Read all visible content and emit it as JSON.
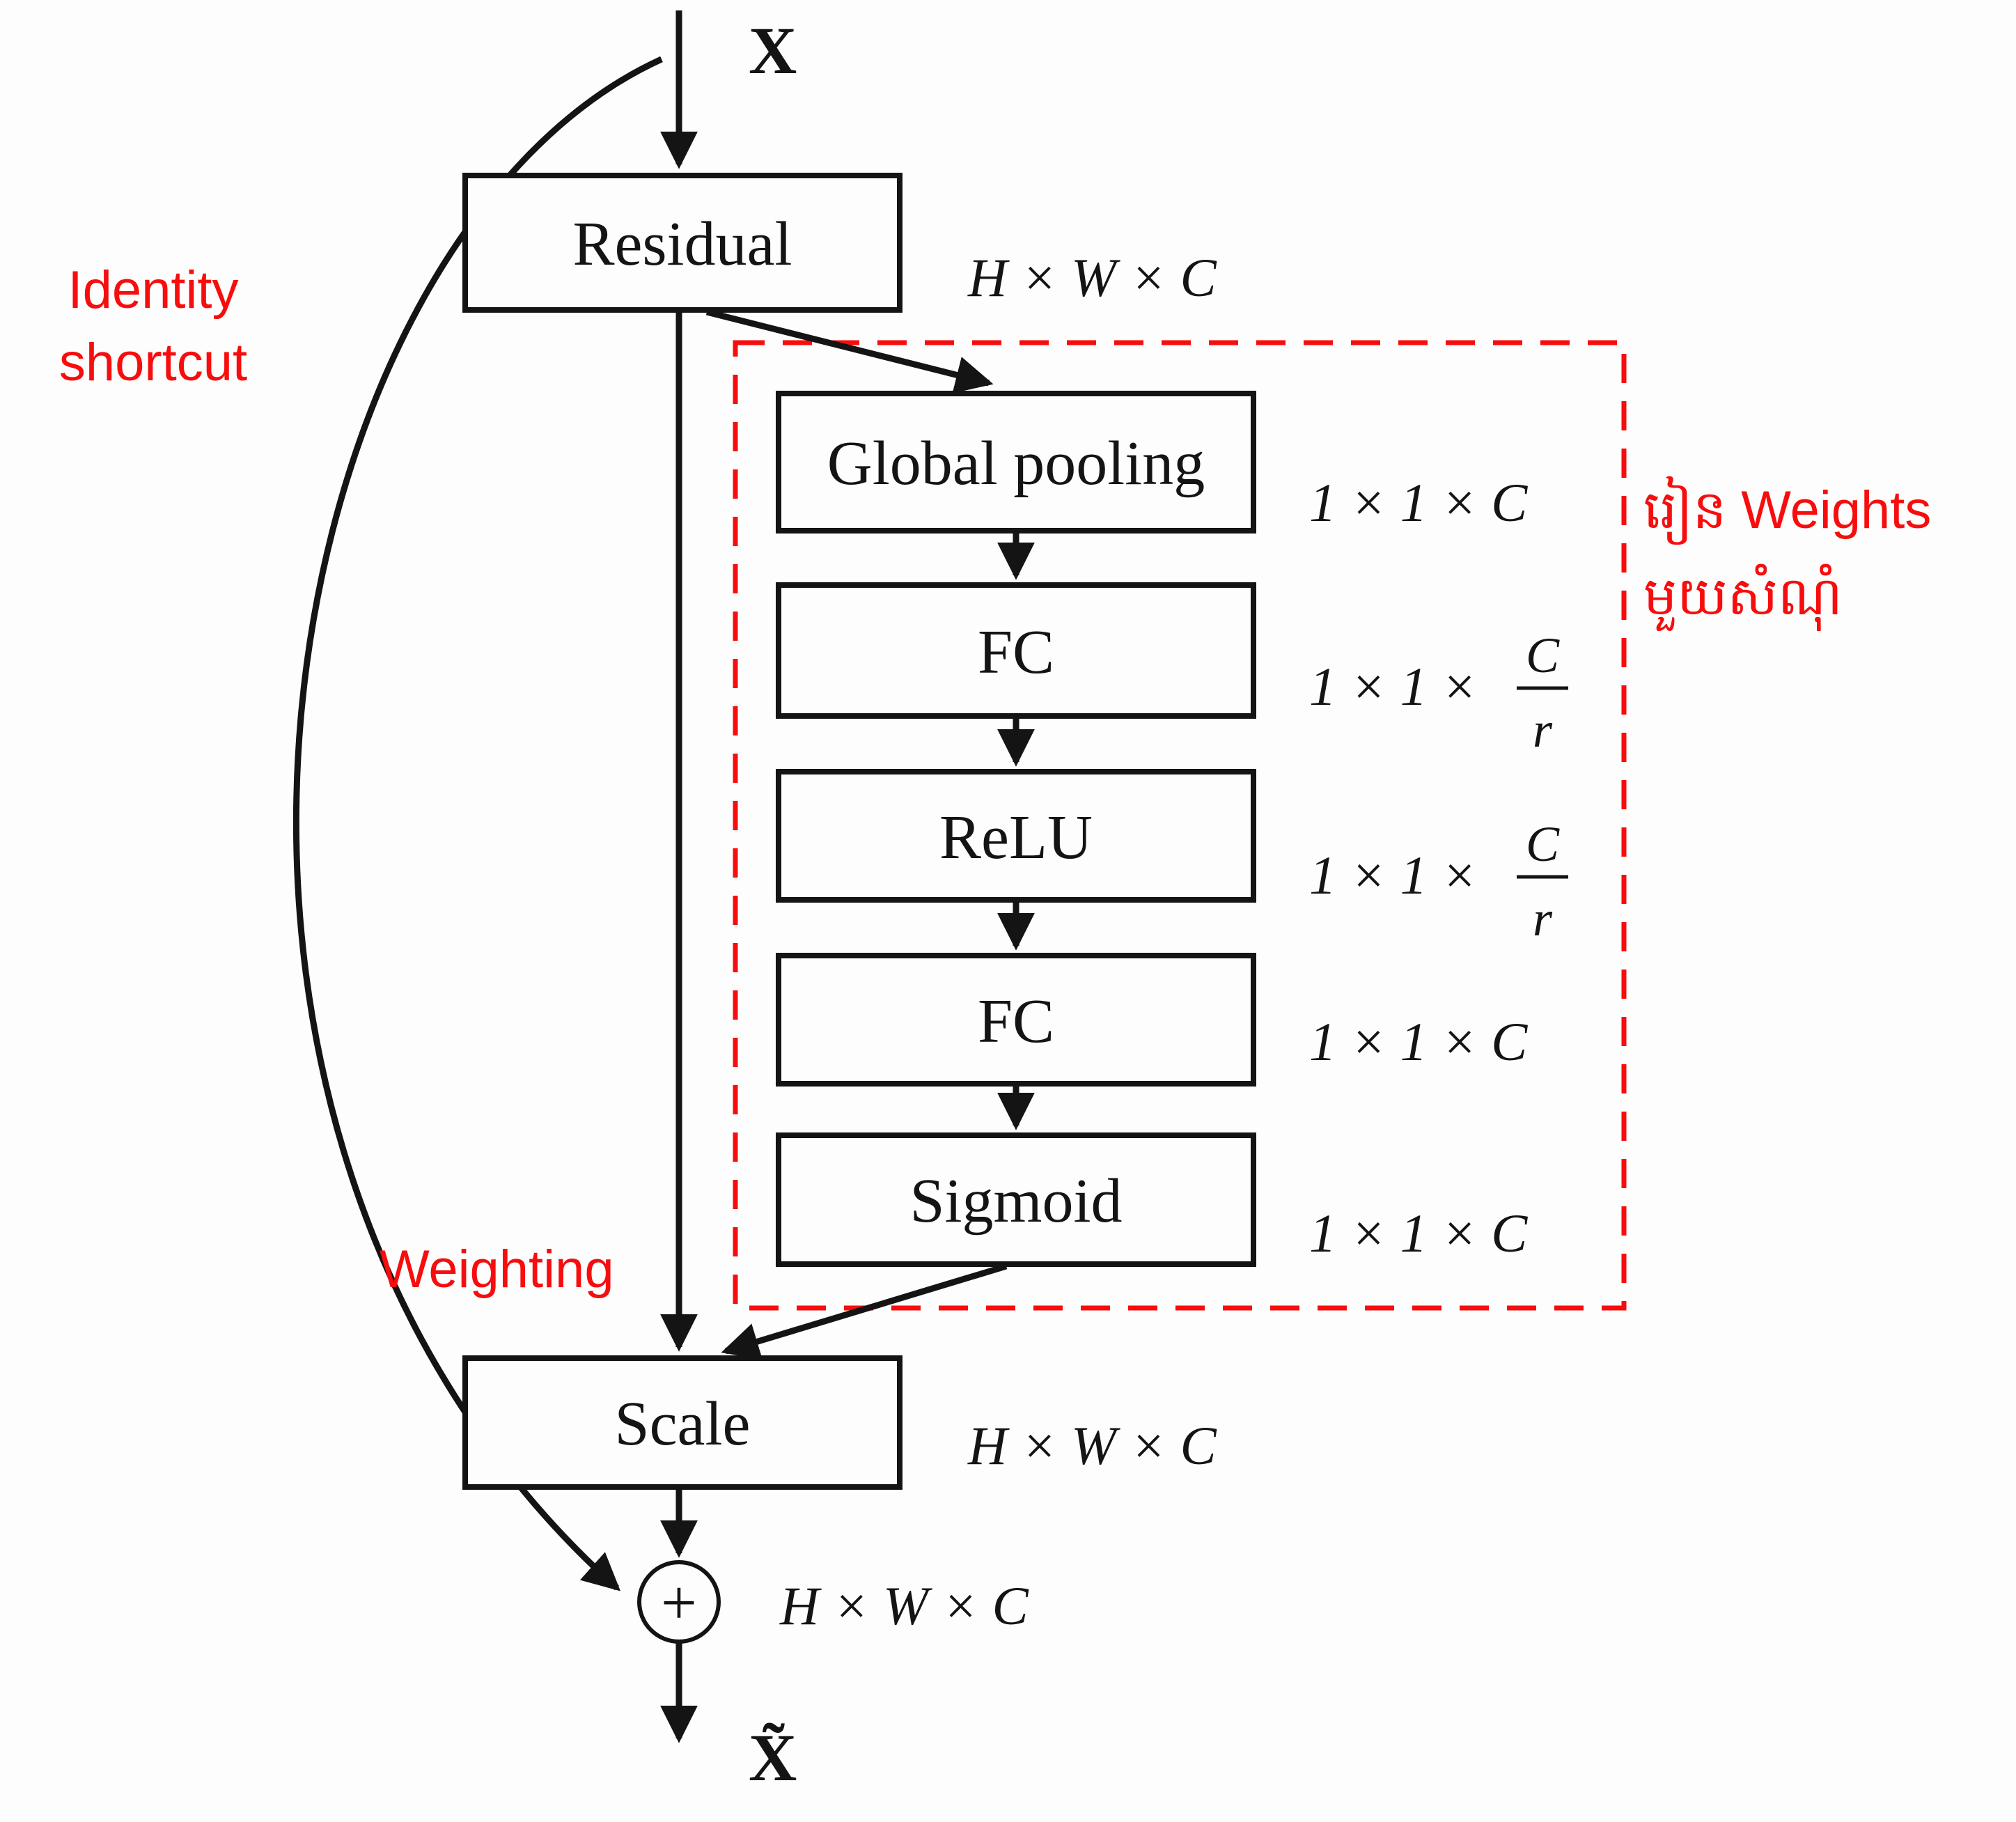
{
  "diagram": {
    "input_label": "X",
    "output_label": "X̃",
    "sum_symbol": "+",
    "nodes": {
      "residual": "Residual",
      "global_pooling": "Global pooling",
      "fc1": "FC",
      "relu": "ReLU",
      "fc2": "FC",
      "sigmoid": "Sigmoid",
      "scale": "Scale"
    },
    "dims": {
      "residual": "H × W × C",
      "global_pooling": "1 × 1 × C",
      "fc1_prefix": "1 × 1 ×",
      "fc1_num": "C",
      "fc1_den": "r",
      "relu_prefix": "1 × 1 ×",
      "relu_num": "C",
      "relu_den": "r",
      "fc2": "1 × 1 × C",
      "sigmoid": "1 × 1 × C",
      "scale": "H × W × C",
      "sum": "H × W × C"
    },
    "annotations": {
      "identity_line1": "Identity",
      "identity_line2": "shortcut",
      "weighting": "Weighting",
      "weights_line1": "រៀន Weights",
      "weights_line2": "មួយសំណុំ"
    },
    "colors": {
      "accent_red": "#f70d0e",
      "line_black": "#141414",
      "background": "#fdfdfd"
    }
  }
}
